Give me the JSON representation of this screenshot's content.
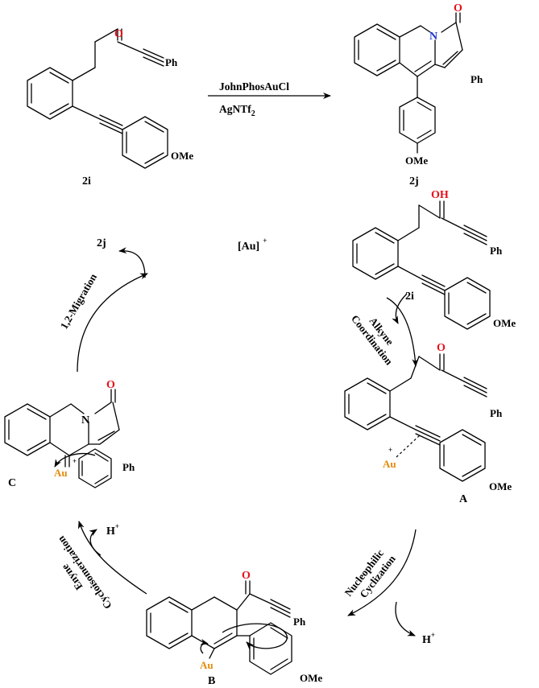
{
  "colors": {
    "oxygen": "#e8101a",
    "nitrogen": "#1a33cc",
    "gold": "#e58a0c",
    "ink": "#000000"
  },
  "atoms": {
    "O": "O",
    "OH": "OH",
    "N": "N",
    "Ph": "Ph",
    "OMe": "OMe",
    "Au": "Au",
    "plus": "+",
    "H": "H"
  },
  "compounds": {
    "start": "2i",
    "product": "2j",
    "enol": "2i",
    "cycle_product": "2j",
    "A": "A",
    "B": "B",
    "C": "C"
  },
  "conditions": {
    "reagent1": "JohnPhosAuCl",
    "reagent2": "AgNTf",
    "reagent2_sub": "2"
  },
  "catalyst": {
    "label": "[Au]",
    "charge": "+"
  },
  "steps": {
    "coordination_line1": "Alkyne",
    "coordination_line2": "Coordination",
    "cyclization_line1": "Nucleophilic",
    "cyclization_line2": "Cyclization",
    "cycloisomerization_line1": "Enyne",
    "cycloisomerization_line2": "Cycloisomerization",
    "migration": "1,2-Migration"
  }
}
